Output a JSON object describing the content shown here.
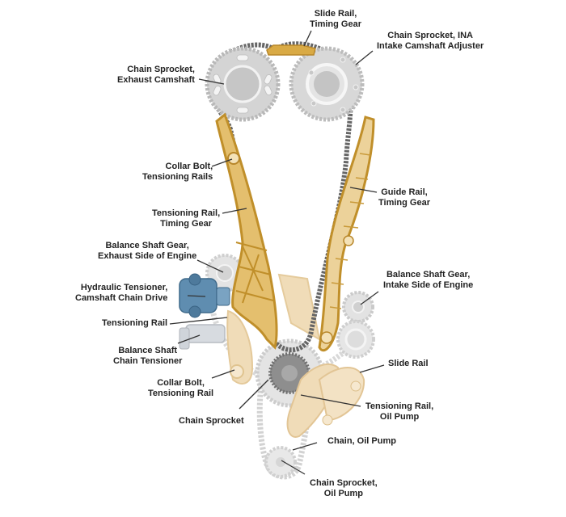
{
  "diagram": {
    "title": "Timing chain drive components",
    "colors": {
      "rail_gold": "#c99a2e",
      "rail_gold_fill": "#e9c980",
      "rail_light": "#f0dcb8",
      "gear_gray": "#c9c9c9",
      "gear_dark": "#9a9a9a",
      "chain": "#6b6b6b",
      "tensioner_blue": "#5a86a8",
      "leader": "#333333",
      "text": "#222222"
    },
    "labels": [
      {
        "id": "slide-rail-timing-gear",
        "lines": [
          "Slide Rail,",
          "Timing Gear"
        ]
      },
      {
        "id": "chain-sprocket-ina",
        "lines": [
          "Chain Sprocket, INA",
          "Intake Camshaft Adjuster"
        ]
      },
      {
        "id": "chain-sprocket-exhaust",
        "lines": [
          "Chain Sprocket,",
          "Exhaust Camshaft"
        ]
      },
      {
        "id": "collar-bolt-tensioning-rails",
        "lines": [
          "Collar Bolt,",
          "Tensioning Rails"
        ]
      },
      {
        "id": "guide-rail-timing-gear",
        "lines": [
          "Guide Rail,",
          "Timing Gear"
        ]
      },
      {
        "id": "tensioning-rail-timing-gear",
        "lines": [
          "Tensioning Rail,",
          "Timing Gear"
        ]
      },
      {
        "id": "balance-shaft-gear-exhaust",
        "lines": [
          "Balance Shaft Gear,",
          "Exhaust Side of Engine"
        ]
      },
      {
        "id": "balance-shaft-gear-intake",
        "lines": [
          "Balance Shaft Gear,",
          "Intake Side of Engine"
        ]
      },
      {
        "id": "hydraulic-tensioner",
        "lines": [
          "Hydraulic Tensioner,",
          "Camshaft Chain Drive"
        ]
      },
      {
        "id": "tensioning-rail",
        "lines": [
          "Tensioning Rail"
        ]
      },
      {
        "id": "balance-shaft-chain-tensioner",
        "lines": [
          "Balance Shaft",
          "Chain Tensioner"
        ]
      },
      {
        "id": "slide-rail",
        "lines": [
          "Slide Rail"
        ]
      },
      {
        "id": "collar-bolt-tensioning-rail",
        "lines": [
          "Collar Bolt,",
          "Tensioning Rail"
        ]
      },
      {
        "id": "tensioning-rail-oil-pump",
        "lines": [
          "Tensioning Rail,",
          "Oil Pump"
        ]
      },
      {
        "id": "chain-sprocket",
        "lines": [
          "Chain Sprocket"
        ]
      },
      {
        "id": "chain-oil-pump",
        "lines": [
          "Chain, Oil Pump"
        ]
      },
      {
        "id": "chain-sprocket-oil-pump",
        "lines": [
          "Chain Sprocket,",
          "Oil Pump"
        ]
      }
    ]
  }
}
